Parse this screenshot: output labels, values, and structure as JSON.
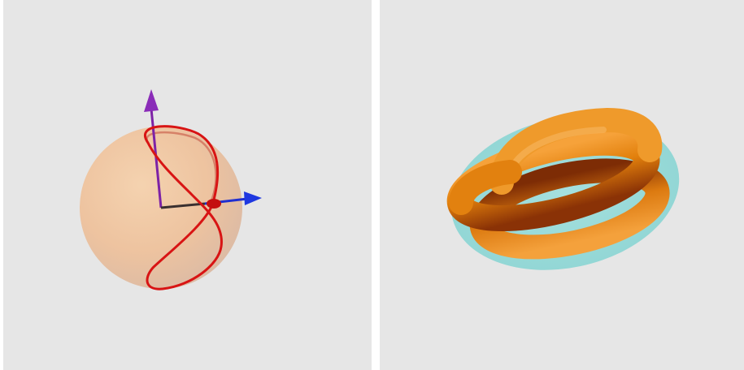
{
  "panels": [
    {
      "id": "left",
      "content": "sphere-with-space-curve",
      "colors": {
        "background": "#e6e6e6",
        "sphere": "#f0b98c",
        "curve": "#d81414",
        "axis_vertical": "#7d22a6",
        "axis_horizontal": "#1f2fd0",
        "axis_origin": "#3a3030",
        "point": "#c40f0f"
      }
    },
    {
      "id": "right",
      "content": "knotted-torus-in-translucent-ellipsoid",
      "colors": {
        "background": "#e6e6e6",
        "tube": "#e8860f",
        "tube_shadow": "#9a3a06",
        "ellipsoid": "#7fd8d6"
      }
    }
  ]
}
